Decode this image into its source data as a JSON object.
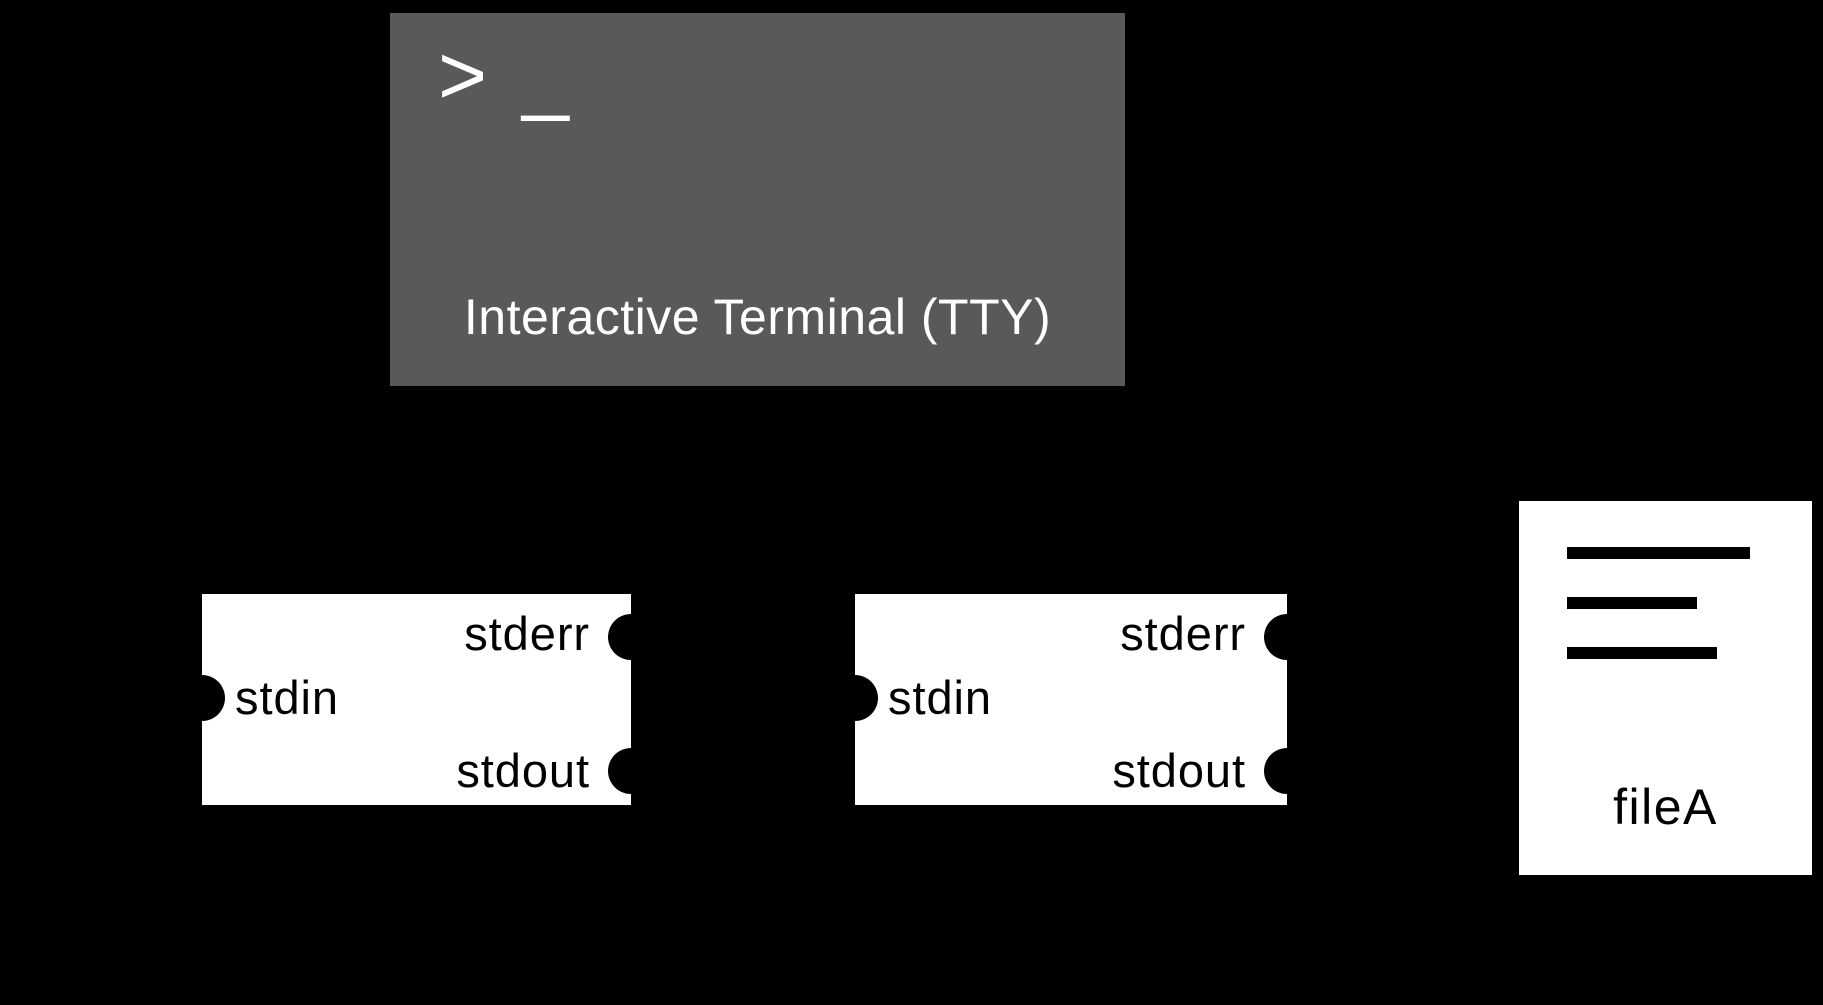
{
  "terminal": {
    "prompt": "> _",
    "label": "Interactive Terminal (TTY)"
  },
  "processes": [
    {
      "stderr": "stderr",
      "stdin": "stdin",
      "stdout": "stdout"
    },
    {
      "stderr": "stderr",
      "stdin": "stdin",
      "stdout": "stdout"
    }
  ],
  "file": {
    "label": "fileA"
  },
  "colors": {
    "background": "#000000",
    "terminal_fill": "#595959",
    "node_fill": "#ffffff",
    "port_fill": "#000000",
    "text_on_dark": "#ffffff",
    "text_on_light": "#000000"
  }
}
